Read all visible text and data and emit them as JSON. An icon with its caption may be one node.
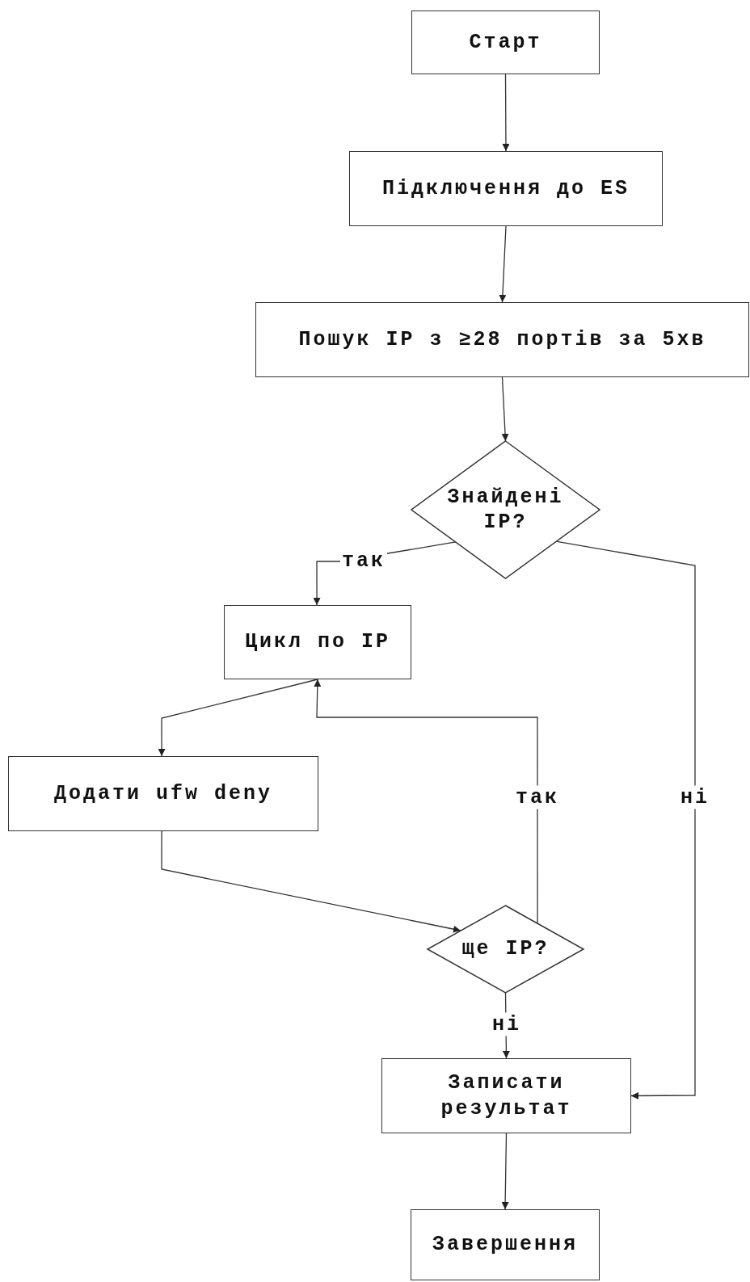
{
  "diagram": {
    "nodes": [
      {
        "text": [
          "Старт"
        ]
      },
      {
        "text": [
          "Підключення до ES"
        ]
      },
      {
        "text": [
          "Пошук IP з ≥28 портів за 5хв"
        ]
      },
      {
        "text": [
          "Знайдені IP?"
        ]
      },
      {
        "text": [
          "Цикл по IP"
        ]
      },
      {
        "text": [
          "Додати ufw deny"
        ]
      },
      {
        "text": [
          "ще IP?"
        ]
      },
      {
        "text": [
          "Записати результат"
        ]
      },
      {
        "text": [
          "Завершення"
        ]
      }
    ],
    "edges": [
      {
        "from": 0,
        "to": 1,
        "arrow": "to"
      },
      {
        "from": 1,
        "to": 2,
        "arrow": "to"
      },
      {
        "from": 2,
        "to": 3,
        "arrow": "to"
      },
      {
        "from": 3,
        "to": 4,
        "arrow": "to",
        "label": "так"
      },
      {
        "from": 3,
        "to": 7,
        "arrow": "to",
        "label": "ні"
      },
      {
        "from": 4,
        "to": 5,
        "arrow": "to"
      },
      {
        "from": 5,
        "to": 6,
        "arrow": "to"
      },
      {
        "from": 6,
        "to": 4,
        "arrow": "to",
        "label": "так"
      },
      {
        "from": 6,
        "to": 7,
        "arrow": "to",
        "label": "ні"
      },
      {
        "from": 7,
        "to": 8,
        "arrow": "to"
      }
    ]
  }
}
